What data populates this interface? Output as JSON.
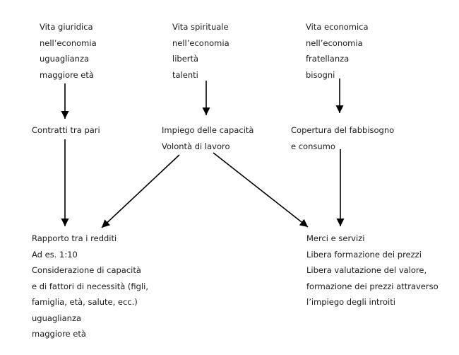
{
  "top": {
    "left": {
      "lines": [
        "Vita giuridica",
        "nell’economia",
        "uguaglianza",
        "maggiore età"
      ]
    },
    "center": {
      "lines": [
        "Vita spirituale",
        "nell’economia",
        "libertà",
        "talenti"
      ]
    },
    "right": {
      "lines": [
        "Vita economica",
        "nell’economia",
        "fratellanza",
        "bisogni"
      ]
    }
  },
  "middle": {
    "left": {
      "lines": [
        "Contratti tra pari"
      ]
    },
    "center": {
      "lines": [
        "Impiego delle capacità",
        "Volontà di lavoro"
      ]
    },
    "right": {
      "lines": [
        "Copertura del fabbisogno",
        "e consumo"
      ]
    }
  },
  "bottom": {
    "left": {
      "lines": [
        "Rapporto tra i redditi",
        "Ad es. 1:10",
        "Considerazione di capacità",
        "e di fattori di necessità (figli,",
        "famiglia, età, salute, ecc.)",
        "uguaglianza",
        "maggiore età"
      ]
    },
    "right": {
      "lines": [
        "Merci e servizi",
        "Libera formazione dei prezzi",
        "Libera valutazione del valore,",
        "formazione dei prezzi attraverso",
        "l’impiego degli introiti"
      ]
    }
  },
  "colors": {
    "text": "#1a1a1a",
    "arrow": "#000000"
  }
}
